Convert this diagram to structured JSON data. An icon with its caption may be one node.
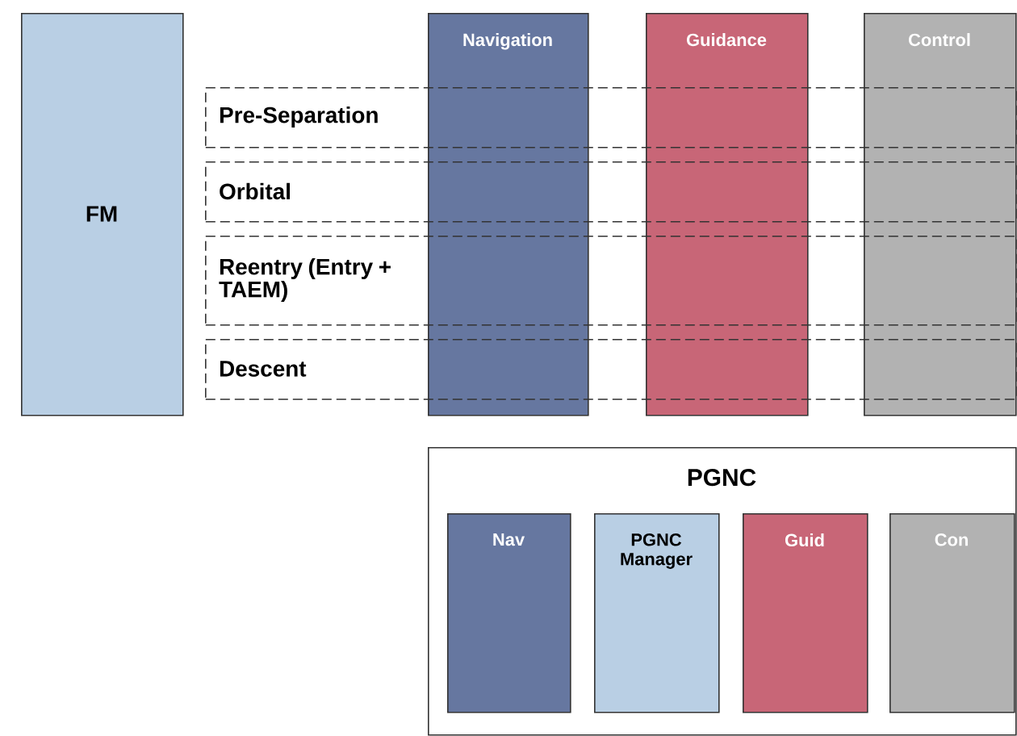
{
  "diagram": {
    "nodes": [
      {
        "text": [
          "FM"
        ]
      },
      {
        "text": [
          "Navigation"
        ]
      },
      {
        "text": [
          "Guidance"
        ]
      },
      {
        "text": [
          "Control"
        ]
      },
      {
        "text": [
          "Pre-Separation"
        ]
      },
      {
        "text": [
          "Orbital"
        ]
      },
      {
        "text": [
          "Reentry (Entry + TAEM)"
        ]
      },
      {
        "text": [
          "Descent"
        ]
      },
      {
        "text": [
          "PGNC"
        ]
      },
      {
        "text": [
          "Nav"
        ],
        "in": 8
      },
      {
        "text": [
          "PGNC Manager"
        ],
        "in": 8
      },
      {
        "text": [
          "Guid"
        ],
        "in": 8
      },
      {
        "text": [
          "Con"
        ],
        "in": 8
      }
    ]
  }
}
